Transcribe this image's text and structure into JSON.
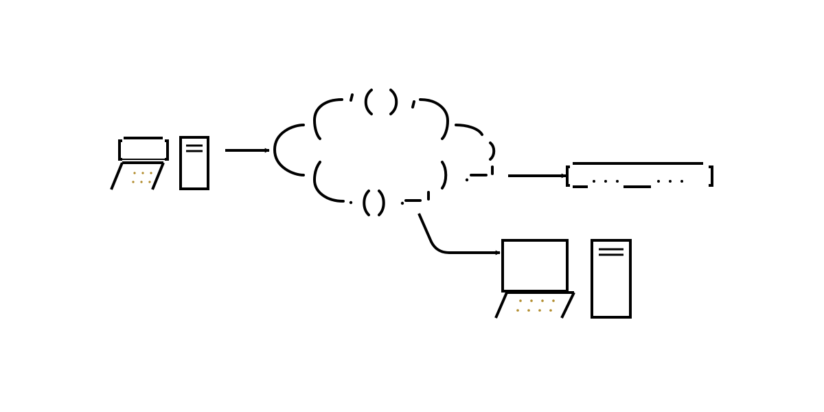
{
  "diagram": {
    "style": "ascii-art",
    "colors": {
      "ink": "#000000",
      "background": "#ffffff",
      "keyboard_dots": "#b08a2a"
    },
    "nodes": [
      {
        "id": "source-computer",
        "icon": "desktop-computer-small-icon"
      },
      {
        "id": "network-cloud",
        "icon": "cloud-icon"
      },
      {
        "id": "network-device",
        "icon": "rack-device-icon"
      },
      {
        "id": "destination-computer",
        "icon": "desktop-computer-large-icon"
      }
    ],
    "edges": [
      {
        "from": "source-computer",
        "to": "network-cloud",
        "icon": "arrow-right-icon"
      },
      {
        "from": "network-cloud",
        "to": "network-device",
        "icon": "arrow-right-icon"
      },
      {
        "from": "network-cloud",
        "to": "destination-computer",
        "icon": "curved-arrow-icon"
      }
    ]
  }
}
